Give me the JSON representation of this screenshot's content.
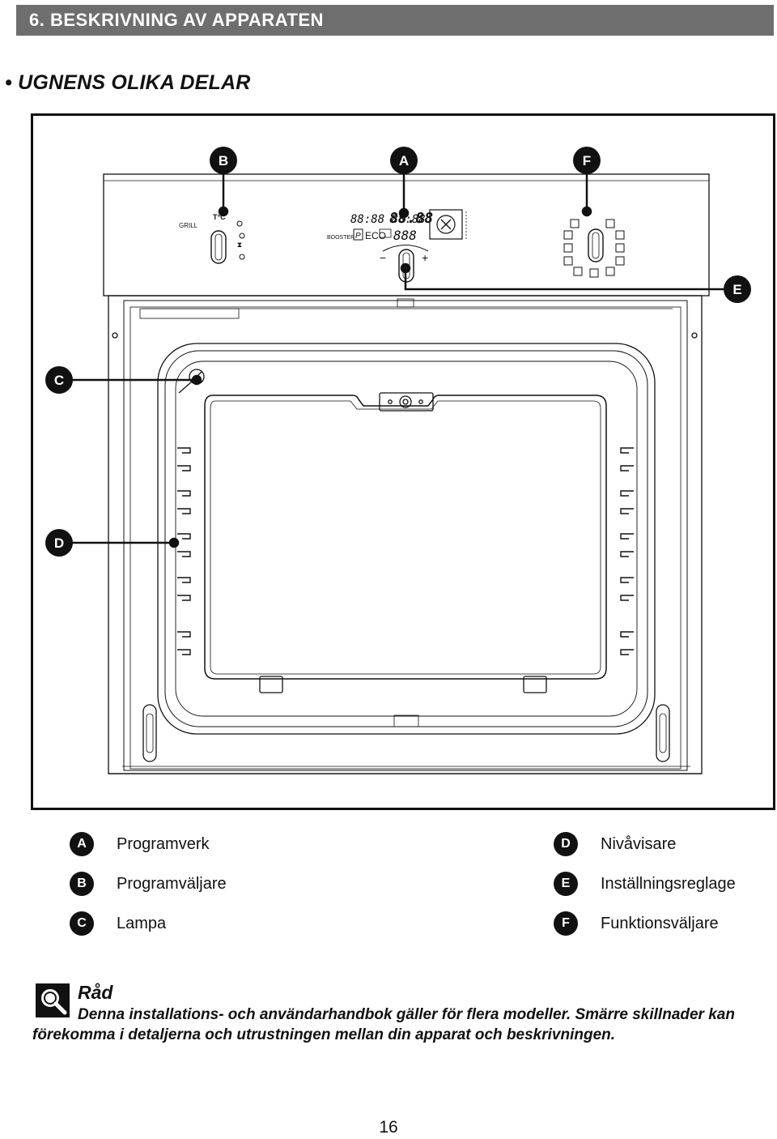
{
  "header": {
    "title": "6. BESKRIVNING AV APPARATEN"
  },
  "section": {
    "title": "• UGNENS OLIKA DELAR"
  },
  "figure": {
    "callouts": {
      "a": "A",
      "b": "B",
      "c": "C",
      "d": "D",
      "e": "E",
      "f": "F"
    },
    "panel": {
      "grill_text": "GRILL",
      "temp_text": "T°C",
      "booster_text": "BOOSTER",
      "display_text": "88:88 88:88",
      "clock_text": "88.88",
      "eco_text": "ECO",
      "temp_digits": "888",
      "minus_text": "−",
      "plus_text": "+",
      "p_text": "P"
    }
  },
  "legend": {
    "left": [
      {
        "key": "A",
        "label": "Programverk"
      },
      {
        "key": "B",
        "label": "Programväljare"
      },
      {
        "key": "C",
        "label": "Lampa"
      }
    ],
    "right": [
      {
        "key": "D",
        "label": "Nivåvisare"
      },
      {
        "key": "E",
        "label": "Inställningsreglage"
      },
      {
        "key": "F",
        "label": "Funktionsväljare"
      }
    ]
  },
  "tip": {
    "title": "Råd",
    "text": "Denna installations- och användarhandbok gäller för flera modeller. Smärre skillnader kan förekomma i detaljerna och utrustningen mellan din apparat och beskrivningen."
  },
  "page": {
    "number": "16"
  },
  "colors": {
    "header_bg": "#6e6e6e",
    "ink": "#111111",
    "paper": "#ffffff"
  },
  "icons": {
    "tip": "magnifier-icon"
  }
}
